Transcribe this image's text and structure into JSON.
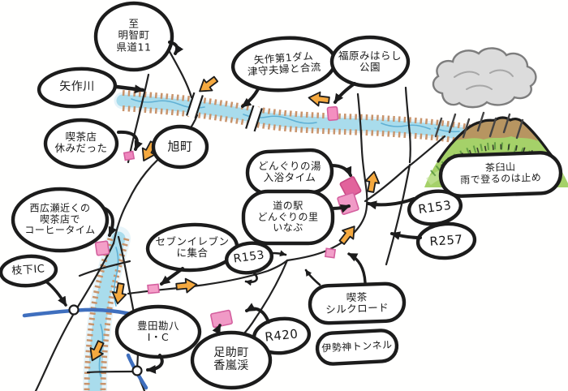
{
  "map_type": "hand-drawn touring route map",
  "colors": {
    "ink": "#1c1c1c",
    "river_blue": "#a9dcec",
    "river_wave": "#5fb0d4",
    "bank_brown": "#c8946c",
    "green_road_blue": "#3f6fbe",
    "arrow_orange": "#f5a93f",
    "marker_pink": "#f29fc9",
    "marker_rose": "#e2639c",
    "cloud_gray": "#dcdcdc",
    "mountain_green": "#a5d169",
    "mountain_brown": "#b98e60"
  },
  "symbols": [
    "rain-cloud",
    "mount-chausu",
    "river",
    "dam-break",
    "interchange-node",
    "poi-marker",
    "route-direction-arrow"
  ],
  "bubbles": [
    {
      "id": "to-akechi",
      "lines": [
        "至",
        "明智町",
        "県道11"
      ]
    },
    {
      "id": "yahagi-river",
      "lines": [
        "矢作川"
      ]
    },
    {
      "id": "kissaten-closed",
      "lines": [
        "喫茶店",
        "休みだった"
      ]
    },
    {
      "id": "asahi-cho",
      "lines": [
        "旭町"
      ]
    },
    {
      "id": "yahagi-dam",
      "lines": [
        "矢作第1ダム",
        "津守夫婦と合流"
      ]
    },
    {
      "id": "fukuhara-park",
      "lines": [
        "福原みはらし",
        "公園"
      ]
    },
    {
      "id": "donguri-yu",
      "lines": [
        "どんぐりの湯",
        "入浴タイム"
      ]
    },
    {
      "id": "michinoeki-inabu",
      "lines": [
        "道の駅",
        "どんぐりの里",
        "いなぶ"
      ]
    },
    {
      "id": "route-153-east",
      "lines": [
        "R153"
      ]
    },
    {
      "id": "route-257",
      "lines": [
        "R257"
      ]
    },
    {
      "id": "chausuyama",
      "lines": [
        "茶臼山",
        "雨で登るのは止め"
      ]
    },
    {
      "id": "nishihirose-cafe",
      "lines": [
        "西広瀬近くの",
        "喫茶店で",
        "コーヒータイム"
      ]
    },
    {
      "id": "shidare-ic",
      "lines": [
        "枝下IC"
      ]
    },
    {
      "id": "seven-eleven",
      "lines": [
        "セブンイレブン",
        "に集合"
      ]
    },
    {
      "id": "route-153-center",
      "lines": [
        "R153"
      ]
    },
    {
      "id": "toyota-kanpachi-ic",
      "lines": [
        "豊田勘八",
        "I・C"
      ]
    },
    {
      "id": "asuke-korankei",
      "lines": [
        "足助町",
        "香嵐渓"
      ]
    },
    {
      "id": "route-420",
      "lines": [
        "R420"
      ]
    },
    {
      "id": "cafe-silk-road",
      "lines": [
        "喫茶",
        "シルクロード"
      ]
    },
    {
      "id": "isegami-tunnel",
      "lines": [
        "伊勢神トンネル"
      ]
    }
  ]
}
